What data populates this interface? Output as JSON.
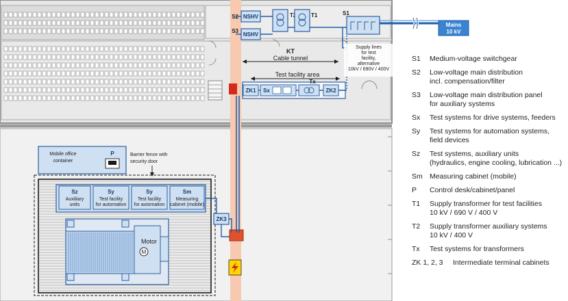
{
  "colors": {
    "building_fill": "#e9e9e9",
    "wall": "#9a9a9a",
    "cable_tunnel": "#f6c9b0",
    "blue_line": "#1f5fa8",
    "box_fill": "#cfe0f2",
    "box_stroke": "#2b5f9e",
    "mains_fill": "#3a83d1",
    "red": "#d42a1d",
    "hazard_yellow": "#ffd400"
  },
  "labels": {
    "s2": "S2",
    "s3": "S3",
    "nshv": "NSHV",
    "t2": "T2",
    "t1": "T1",
    "s1": "S1",
    "mains_line1": "Mains",
    "mains_line2": "10 kV",
    "kt": "KT",
    "cable_tunnel": "Cable tunnel",
    "supply_lines": [
      "Supply lines",
      "for test",
      "facility,",
      "alternative",
      "10kV / 690V / 400V"
    ],
    "test_facility_area": "Test facility area",
    "zk1": "ZK1",
    "sx": "Sx",
    "tx": "Tx",
    "zk2": "ZK2",
    "zk3": "ZK3",
    "mobile_office": [
      "Mobile office",
      "container"
    ],
    "p": "P",
    "barrier_fence": [
      "Barrier fence with",
      "security door"
    ],
    "sz": "Sz",
    "sz_sub": [
      "Auxiliary",
      "units"
    ],
    "sy": "Sy",
    "sy_sub": [
      "Test facility",
      "for automation"
    ],
    "sm": "Sm",
    "sm_sub": [
      "Measuring",
      "cabinet (mobile)"
    ],
    "motor": "Motor",
    "motor_symbol": "M"
  },
  "legend": [
    {
      "key": "S1",
      "lines": [
        "Medium-voltage switchgear"
      ]
    },
    {
      "key": "S2",
      "lines": [
        "Low-voltage main distribution",
        "incl. compensation/filter"
      ]
    },
    {
      "key": "S3",
      "lines": [
        "Low-voltage main distribution panel",
        "for auxiliary systems"
      ]
    },
    {
      "key": "Sx",
      "lines": [
        "Test systems for drive systems, feeders"
      ]
    },
    {
      "key": "Sy",
      "lines": [
        "Test systems for automation systems,",
        "field devices"
      ]
    },
    {
      "key": "Sz",
      "lines": [
        "Test systems, auxiliary units",
        "(hydraulics, engine cooling, lubrication ...)"
      ]
    },
    {
      "key": "Sm",
      "lines": [
        "Measuring cabinet (mobile)"
      ]
    },
    {
      "key": "P",
      "lines": [
        "Control desk/cabinet/panel"
      ]
    },
    {
      "key": "T1",
      "lines": [
        "Supply transformer for test facilities",
        "10 kV / 690 V / 400 V"
      ]
    },
    {
      "key": "T2",
      "lines": [
        "Supply transformer auxiliary systems",
        "10 kV / 400 V"
      ]
    },
    {
      "key": "Tx",
      "lines": [
        "Test systems for transformers"
      ]
    },
    {
      "key": "ZK 1, 2, 3",
      "lines": [
        "Intermediate terminal cabinets"
      ]
    }
  ]
}
